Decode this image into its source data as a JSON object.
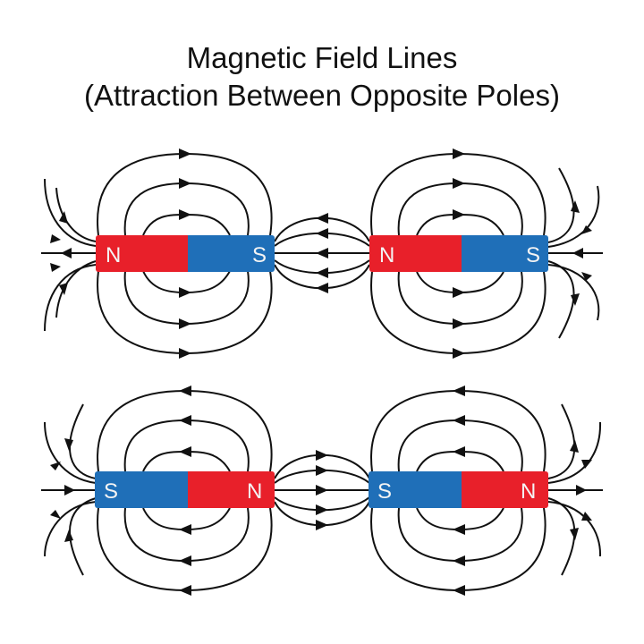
{
  "title": {
    "line1": "Magnetic Field Lines",
    "line2": "(Attraction Between Opposite Poles)"
  },
  "colors": {
    "north": "#e8202a",
    "south": "#1f6fb8",
    "line": "#111111",
    "background": "#ffffff"
  },
  "rows": [
    {
      "magnets": [
        {
          "left_pole": "N",
          "right_pole": "S"
        },
        {
          "left_pole": "N",
          "right_pole": "S"
        }
      ],
      "field_direction": "left-to-right outside magnets, right-to-left between magnets"
    },
    {
      "magnets": [
        {
          "left_pole": "S",
          "right_pole": "N"
        },
        {
          "left_pole": "S",
          "right_pole": "N"
        }
      ],
      "field_direction": "right-to-left outside magnets, left-to-right between magnets"
    }
  ]
}
